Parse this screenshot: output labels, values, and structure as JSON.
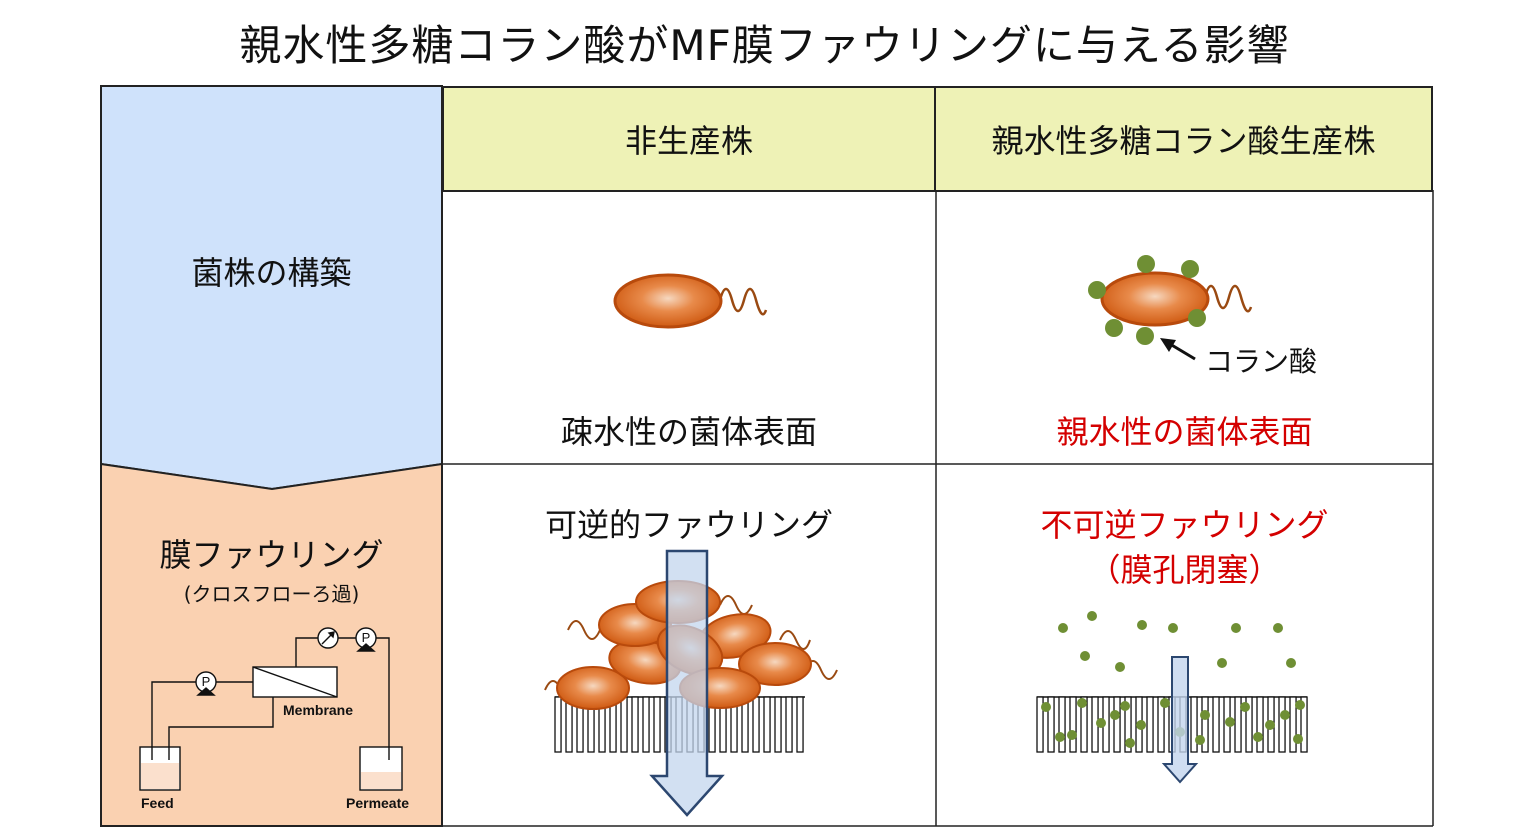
{
  "title": "親水性多糖コラン酸がMF膜ファウリングに与える影響",
  "columns": {
    "left_header": "非生産株",
    "right_header": "親水性多糖コラン酸生産株"
  },
  "rows": {
    "row1_label": "菌株の構築",
    "row2_label": "膜ファウリング",
    "row2_sublabel": "(クロスフローろ過)"
  },
  "cells": {
    "r1_left_caption": "疎水性の菌体表面",
    "r1_right_caption": "親水性の菌体表面",
    "r1_right_annotation": "コラン酸",
    "r2_left_caption": "可逆的ファウリング",
    "r2_right_caption_line1": "不可逆ファウリング",
    "r2_right_caption_line2": "（膜孔閉塞）"
  },
  "schematic": {
    "membrane_label": "Membrane",
    "feed_label": "Feed",
    "permeate_label": "Permeate",
    "pump_symbol": "P"
  },
  "colors": {
    "header_fill": "#eef2b6",
    "row1_fill": "#cfe2fb",
    "row2_fill": "#fad1b1",
    "bacteria": "#d9621a",
    "colanic_acid": "#6f8f34",
    "highlight_text": "#d40000",
    "arrow_fill": "#c3d5ee",
    "arrow_stroke": "#2c4770"
  }
}
